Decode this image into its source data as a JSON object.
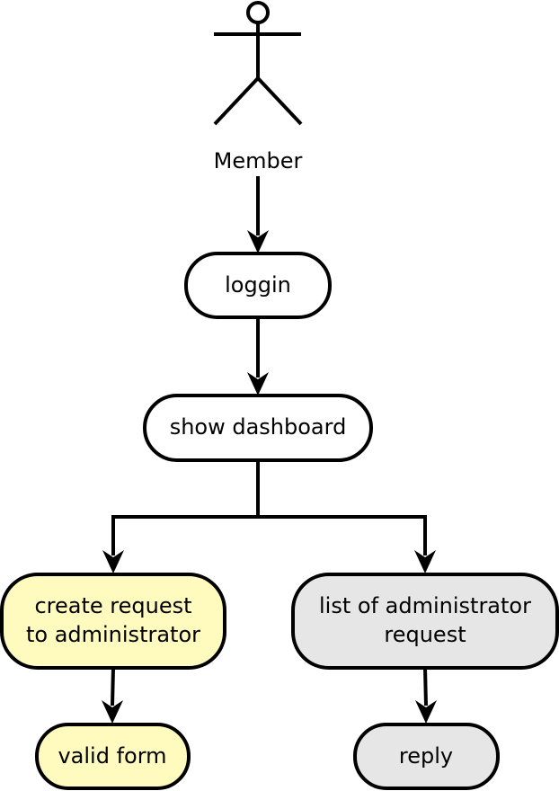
{
  "actor": {
    "label": "Member"
  },
  "nodes": {
    "login": {
      "label": "loggin"
    },
    "dashboard": {
      "label": "show dashboard"
    },
    "create_request": {
      "label_line1": "create request",
      "label_line2": "to administrator"
    },
    "list_requests": {
      "label_line1": "list of administrator",
      "label_line2": "request"
    },
    "valid_form": {
      "label": "valid form"
    },
    "reply": {
      "label": "reply"
    }
  },
  "colors": {
    "stroke": "#000000",
    "white_fill": "#ffffff",
    "yellow_fill": "#fffbbe",
    "gray_fill": "#e6e6e6"
  }
}
